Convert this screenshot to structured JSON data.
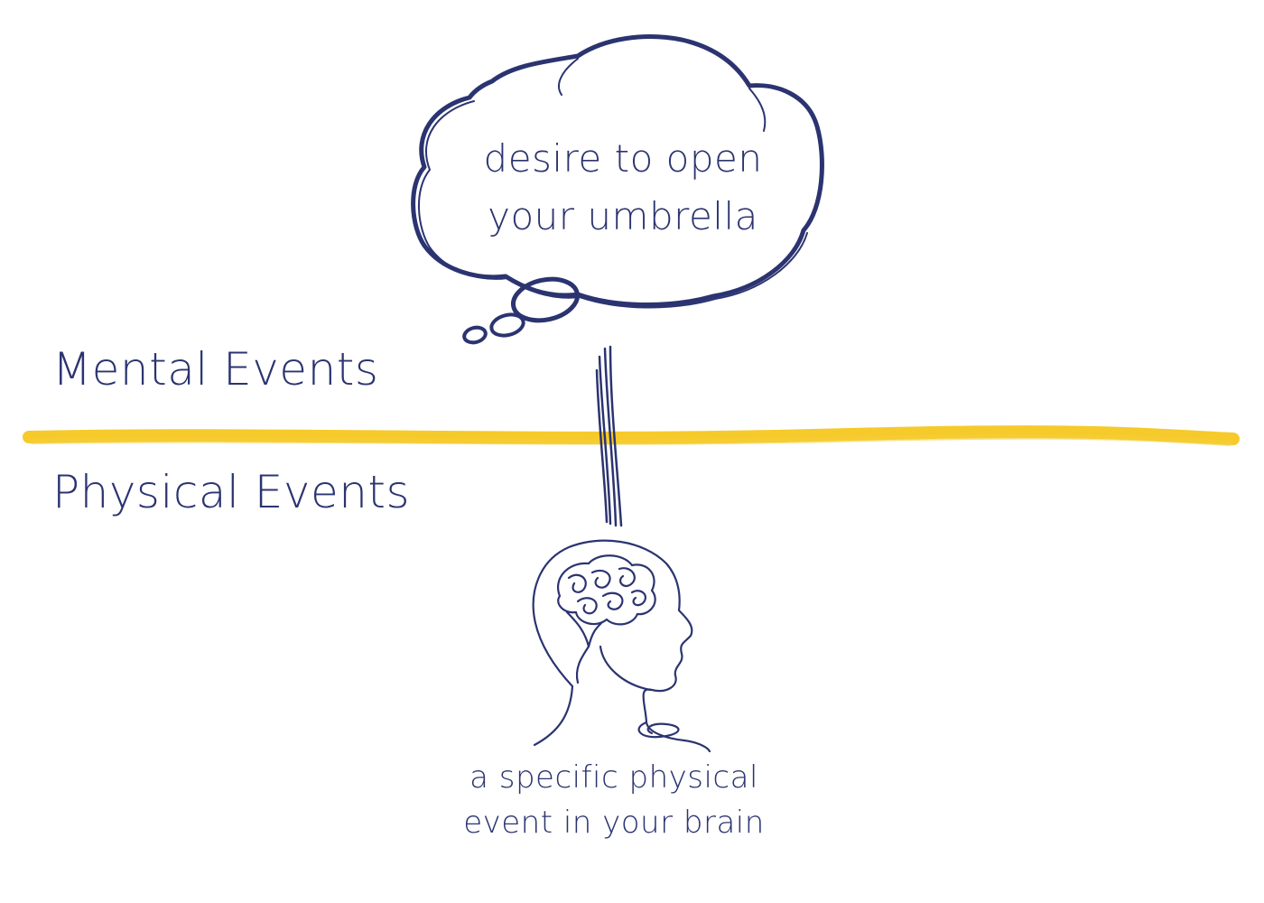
{
  "regions": {
    "upper_label": "Mental Events",
    "lower_label": "Physical Events"
  },
  "thought_bubble": {
    "line1": "desire to open",
    "line2": "your umbrella"
  },
  "brain": {
    "caption_line1": "a specific physical",
    "caption_line2": "event in your brain"
  },
  "colors": {
    "ink": "#2b3470",
    "divider": "#f5c518"
  },
  "icons": [
    "thought-bubble-icon",
    "head-with-brain-icon"
  ]
}
